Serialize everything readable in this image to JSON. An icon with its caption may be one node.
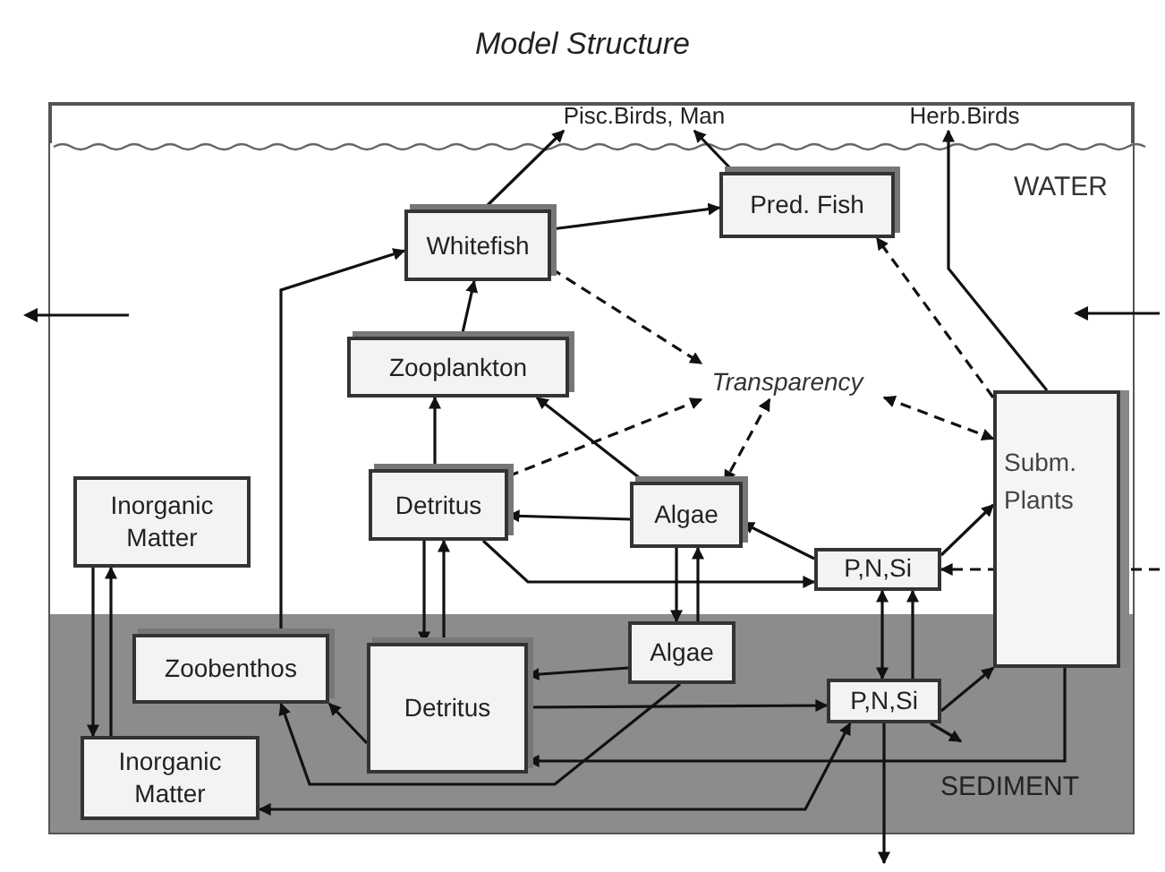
{
  "diagram": {
    "title": "Model Structure",
    "nodes": [
      {
        "text": [
          "Pisc.Birds, Man"
        ]
      },
      {
        "text": [
          "Herb.Birds"
        ]
      },
      {
        "text": [
          "WATER"
        ]
      },
      {
        "text": [
          "Whitefish"
        ],
        "in": 2
      },
      {
        "text": [
          "Pred. Fish"
        ],
        "in": 2
      },
      {
        "text": [
          "Zooplankton"
        ],
        "in": 2
      },
      {
        "text": [
          "Transparency"
        ],
        "in": 2
      },
      {
        "text": [
          "Inorganic Matter"
        ],
        "in": 2
      },
      {
        "text": [
          "Detritus"
        ],
        "in": 2
      },
      {
        "text": [
          "Algae"
        ],
        "in": 2
      },
      {
        "text": [
          "P,N,Si"
        ],
        "in": 2
      },
      {
        "text": [
          "Subm. Plants"
        ]
      },
      {
        "text": [
          "SEDIMENT"
        ]
      },
      {
        "text": [
          "Zoobenthos"
        ],
        "in": 12
      },
      {
        "text": [
          "Detritus"
        ],
        "in": 12
      },
      {
        "text": [
          "Algae"
        ],
        "in": 12
      },
      {
        "text": [
          "P,N,Si"
        ],
        "in": 12
      },
      {
        "text": [
          "Inorganic Matter"
        ],
        "in": 12
      }
    ],
    "edges": [
      {
        "from": 3,
        "to": 0,
        "arrow": "to"
      },
      {
        "from": 4,
        "to": 0,
        "arrow": "to"
      },
      {
        "from": 3,
        "to": 4,
        "arrow": "to"
      },
      {
        "from": 5,
        "to": 3,
        "arrow": "to"
      },
      {
        "from": 13,
        "to": 3,
        "arrow": "to"
      },
      {
        "from": 8,
        "to": 5,
        "arrow": "to"
      },
      {
        "from": 9,
        "to": 5,
        "arrow": "to"
      },
      {
        "from": 3,
        "to": 6,
        "arrow": "to",
        "style": "dashed"
      },
      {
        "from": 8,
        "to": 6,
        "arrow": "to",
        "style": "dashed"
      },
      {
        "from": 6,
        "to": 9,
        "arrow": "both",
        "style": "dashed"
      },
      {
        "from": 6,
        "to": 11,
        "arrow": "both",
        "style": "dashed"
      },
      {
        "from": 11,
        "to": 4,
        "arrow": "to",
        "style": "dashed"
      },
      {
        "from": 11,
        "to": 1,
        "arrow": "to"
      },
      {
        "from": 9,
        "to": 8,
        "arrow": "to"
      },
      {
        "from": 10,
        "to": 9,
        "arrow": "to"
      },
      {
        "from": 8,
        "to": 10,
        "arrow": "to"
      },
      {
        "from": 10,
        "to": 11,
        "arrow": "to"
      },
      {
        "from": null,
        "to": 10,
        "arrow": "to",
        "style": "dashed"
      },
      {
        "from": 9,
        "to": 15,
        "arrow": "to"
      },
      {
        "from": 15,
        "to": 9,
        "arrow": "to"
      },
      {
        "from": 8,
        "to": 14,
        "arrow": "to"
      },
      {
        "from": 14,
        "to": 8,
        "arrow": "to"
      },
      {
        "from": 7,
        "to": 17,
        "arrow": "to"
      },
      {
        "from": 17,
        "to": 7,
        "arrow": "to"
      },
      {
        "from": 10,
        "to": 16,
        "arrow": "both"
      },
      {
        "from": 16,
        "to": 10,
        "arrow": "to"
      },
      {
        "from": 15,
        "to": 14,
        "arrow": "to"
      },
      {
        "from": 14,
        "to": 16,
        "arrow": "to"
      },
      {
        "from": 16,
        "to": 11,
        "arrow": "to"
      },
      {
        "from": 16,
        "to": null,
        "arrow": "to"
      },
      {
        "from": 16,
        "to": null,
        "arrow": "to"
      },
      {
        "from": 14,
        "to": 13,
        "arrow": "to"
      },
      {
        "from": 11,
        "to": 14,
        "arrow": "to"
      },
      {
        "from": 15,
        "to": 13,
        "arrow": "to"
      },
      {
        "from": 16,
        "to": 17,
        "arrow": "both"
      }
    ]
  }
}
